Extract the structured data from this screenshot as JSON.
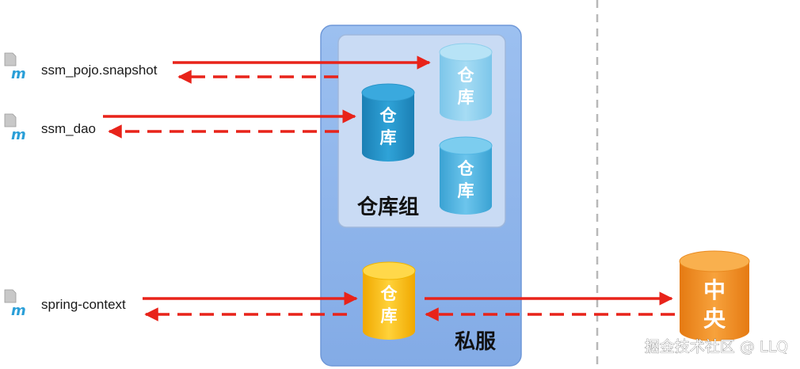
{
  "modules": [
    {
      "name": "ssm_pojo.snapshot",
      "icon": "maven-module-icon"
    },
    {
      "name": "ssm_dao",
      "icon": "maven-module-icon"
    },
    {
      "name": "spring-context",
      "icon": "maven-module-icon"
    }
  ],
  "repository_label": "仓库",
  "repository_label_chars": [
    "仓",
    "库"
  ],
  "group_label": "仓库组",
  "private_server_label": "私服",
  "central_label": "中央",
  "central_label_chars": [
    "中",
    "央"
  ],
  "watermark": "掘金技术社区 @ LLQ",
  "colors": {
    "arrow": "#e8231a",
    "private_server_bg": "#8fb6ec",
    "group_bg": "#c7d9f3",
    "repo_light": "#8fd0ee",
    "repo_dark": "#1f8fc4",
    "repo_mid": "#45b1df",
    "repo_private": "#f7b500",
    "central": "#f18a1f",
    "divider": "#b8b8b8"
  }
}
